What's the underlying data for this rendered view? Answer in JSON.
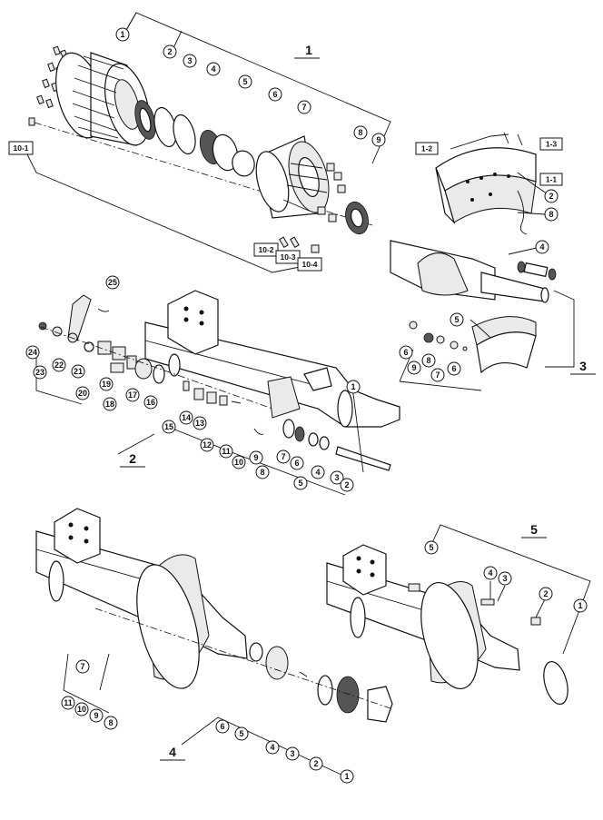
{
  "assemblies": {
    "a1": "1",
    "a2": "2",
    "a3": "3",
    "a4": "4",
    "a5": "5"
  },
  "hub_callouts": [
    "1",
    "2",
    "3",
    "4",
    "5",
    "6",
    "7",
    "8",
    "9"
  ],
  "hub_box_labels": [
    "10-1",
    "10-2",
    "10-3",
    "10-4"
  ],
  "brake_box_labels": [
    "1-2",
    "1-3",
    "1-1"
  ],
  "brake_callouts": [
    "2",
    "8"
  ],
  "cam_callouts": [
    "4",
    "5",
    "6",
    "9",
    "8",
    "7",
    "6"
  ],
  "axle_callouts": [
    "25",
    "24",
    "23",
    "22",
    "21",
    "20",
    "19",
    "18",
    "17",
    "16",
    "15",
    "14",
    "13",
    "12",
    "11",
    "10",
    "9",
    "8",
    "7",
    "6",
    "5",
    "4",
    "3",
    "2",
    "1"
  ],
  "a4_callouts": [
    "7",
    "11",
    "10",
    "9",
    "8",
    "6",
    "5",
    "4",
    "3",
    "2",
    "1"
  ],
  "a5_callouts": [
    "5",
    "4",
    "3",
    "2",
    "1"
  ]
}
